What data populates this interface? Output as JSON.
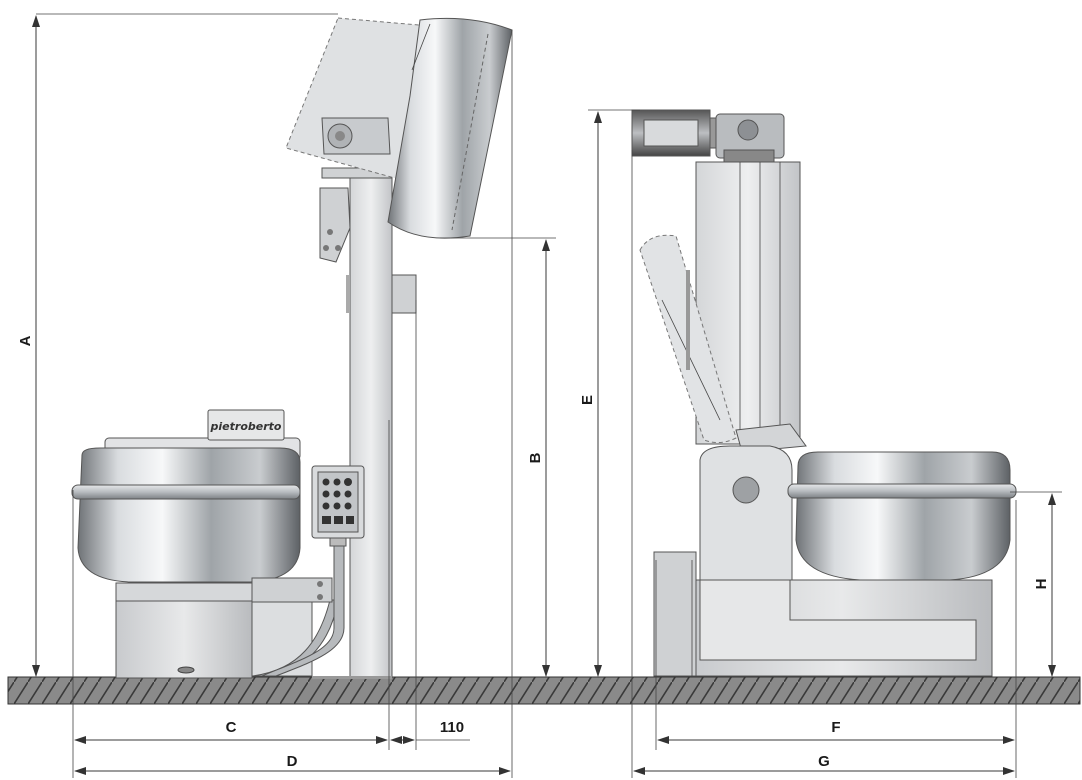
{
  "labels": {
    "A": "A",
    "B": "B",
    "C": "C",
    "D": "D",
    "E": "E",
    "F": "F",
    "G": "G",
    "H": "H",
    "offset": "110"
  },
  "brand": "pietroberto",
  "icons": {
    "arrow": "arrowhead",
    "control_panel": "control-panel-buttons"
  }
}
